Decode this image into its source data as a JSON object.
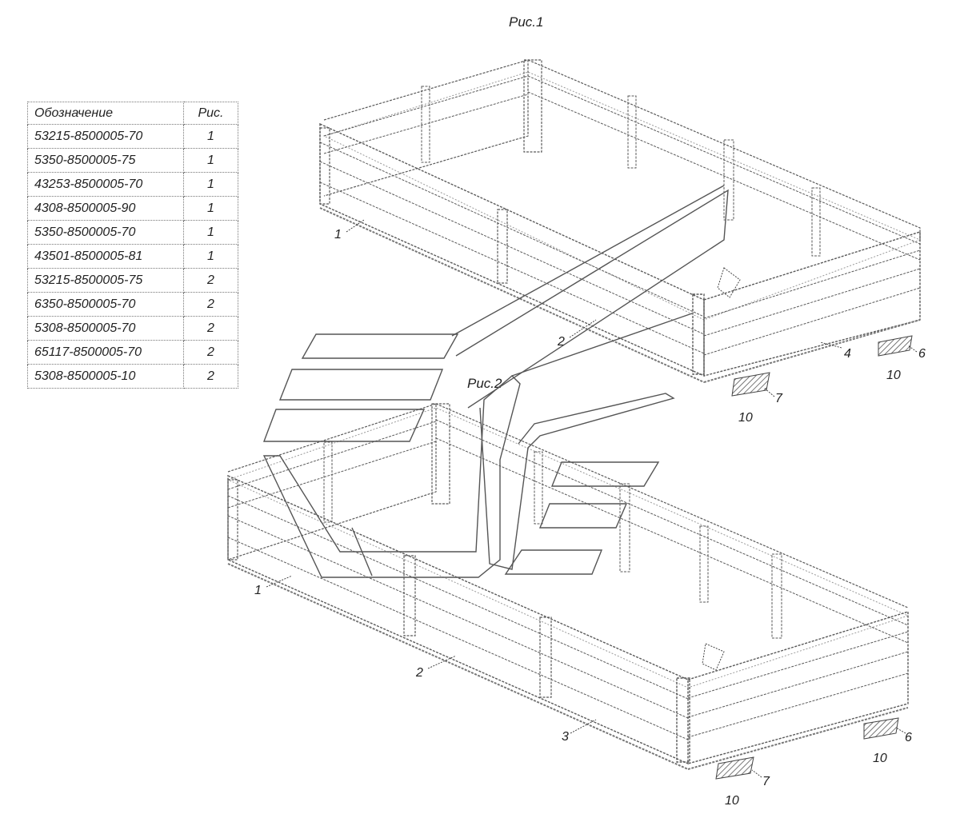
{
  "figures": {
    "fig1_title": "Рис.1",
    "fig2_title": "Рис.2"
  },
  "table": {
    "headers": [
      "Обозначение",
      "Рис."
    ],
    "rows": [
      [
        "53215-8500005-70",
        "1"
      ],
      [
        "5350-8500005-75",
        "1"
      ],
      [
        "43253-8500005-70",
        "1"
      ],
      [
        "4308-8500005-90",
        "1"
      ],
      [
        "5350-8500005-70",
        "1"
      ],
      [
        "43501-8500005-81",
        "1"
      ],
      [
        "53215-8500005-75",
        "2"
      ],
      [
        "6350-8500005-70",
        "2"
      ],
      [
        "5308-8500005-70",
        "2"
      ],
      [
        "65117-8500005-70",
        "2"
      ],
      [
        "5308-8500005-10",
        "2"
      ]
    ]
  },
  "callouts": {
    "fig1": [
      "1",
      "2",
      "4",
      "6",
      "7",
      "10",
      "10"
    ],
    "fig2": [
      "1",
      "2",
      "3",
      "6",
      "7",
      "10",
      "10"
    ]
  }
}
